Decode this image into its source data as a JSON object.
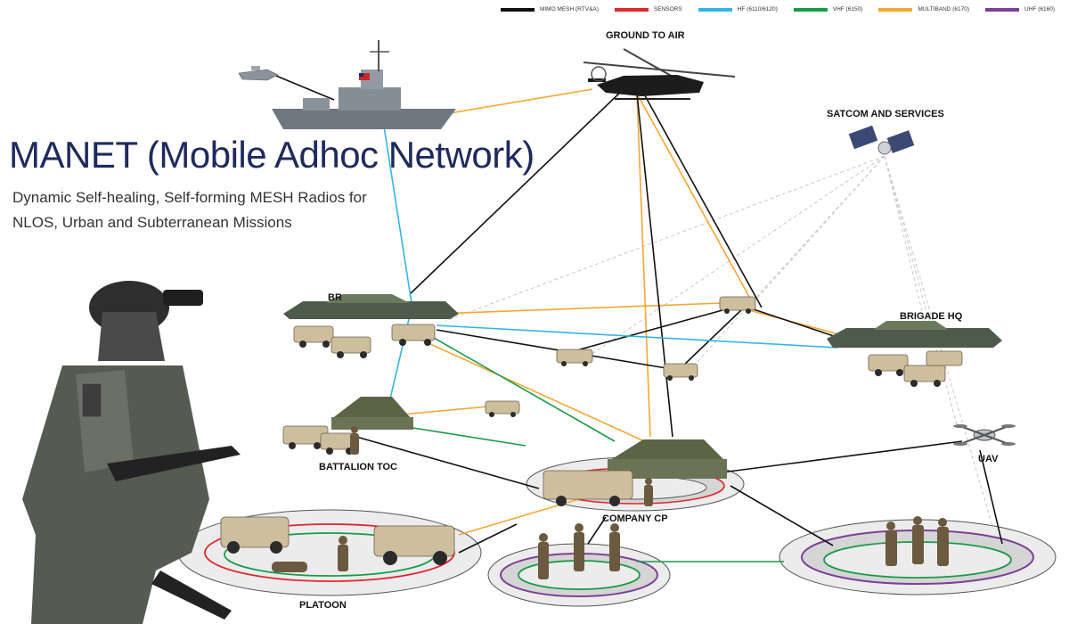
{
  "title": "MANET (Mobile Adhoc Network)",
  "subtitle_line1": "Dynamic Self-healing, Self-forming MESH Radios for",
  "subtitle_line2": "NLOS, Urban and Subterranean Missions",
  "legend": [
    {
      "label": "MIMO MESH (RTV&A)",
      "color": "#111111"
    },
    {
      "label": "SENSORS",
      "color": "#e0262b"
    },
    {
      "label": "HF (6110/6120)",
      "color": "#35b4e6"
    },
    {
      "label": "VHF (6150)",
      "color": "#1a9a4a"
    },
    {
      "label": "MULTIBAND (6170)",
      "color": "#f5a733"
    },
    {
      "label": "UHF (6160)",
      "color": "#7d3f98"
    }
  ],
  "nodes": {
    "ground_to_air": "GROUND TO AIR",
    "satcom": "SATCOM AND SERVICES",
    "brigade_hq": "BRIGADE HQ",
    "battalion_toc": "BATTALION TOC",
    "company_cp": "COMPANY CP",
    "uav": "UAV",
    "platoon": "PLATOON",
    "brigade_partial": "BR"
  },
  "icons": [
    "soldier-icon",
    "ship-icon",
    "boat-icon",
    "helicopter-icon",
    "satellite-icon",
    "tent-icon",
    "vehicle-icon",
    "drone-icon",
    "troops-icon"
  ]
}
